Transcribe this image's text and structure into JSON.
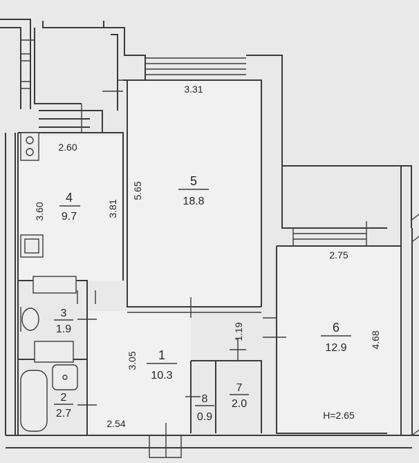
{
  "rooms": [
    {
      "id": "room-1",
      "number": "1",
      "area": "10.3"
    },
    {
      "id": "room-2",
      "number": "2",
      "area": "2.7"
    },
    {
      "id": "room-3",
      "number": "3",
      "area": "1.9"
    },
    {
      "id": "room-4",
      "number": "4",
      "area": "9.7"
    },
    {
      "id": "room-5",
      "number": "5",
      "area": "18.8"
    },
    {
      "id": "room-6",
      "number": "6",
      "area": "12.9"
    },
    {
      "id": "room-7",
      "number": "7",
      "area": "2.0"
    },
    {
      "id": "room-8",
      "number": "8",
      "area": "0.9"
    }
  ],
  "dimensions": {
    "room5_width": "3.31",
    "room5_height": "5.65",
    "kitchen_width": "2.60",
    "kitchen_height_left": "3.60",
    "kitchen_height_right": "3.81",
    "room6_width": "2.75",
    "room6_height": "4.68",
    "closet7_height": "1.19",
    "hall_height": "3.05",
    "hall_width": "2.54"
  },
  "ceiling_height": "H=2.65"
}
